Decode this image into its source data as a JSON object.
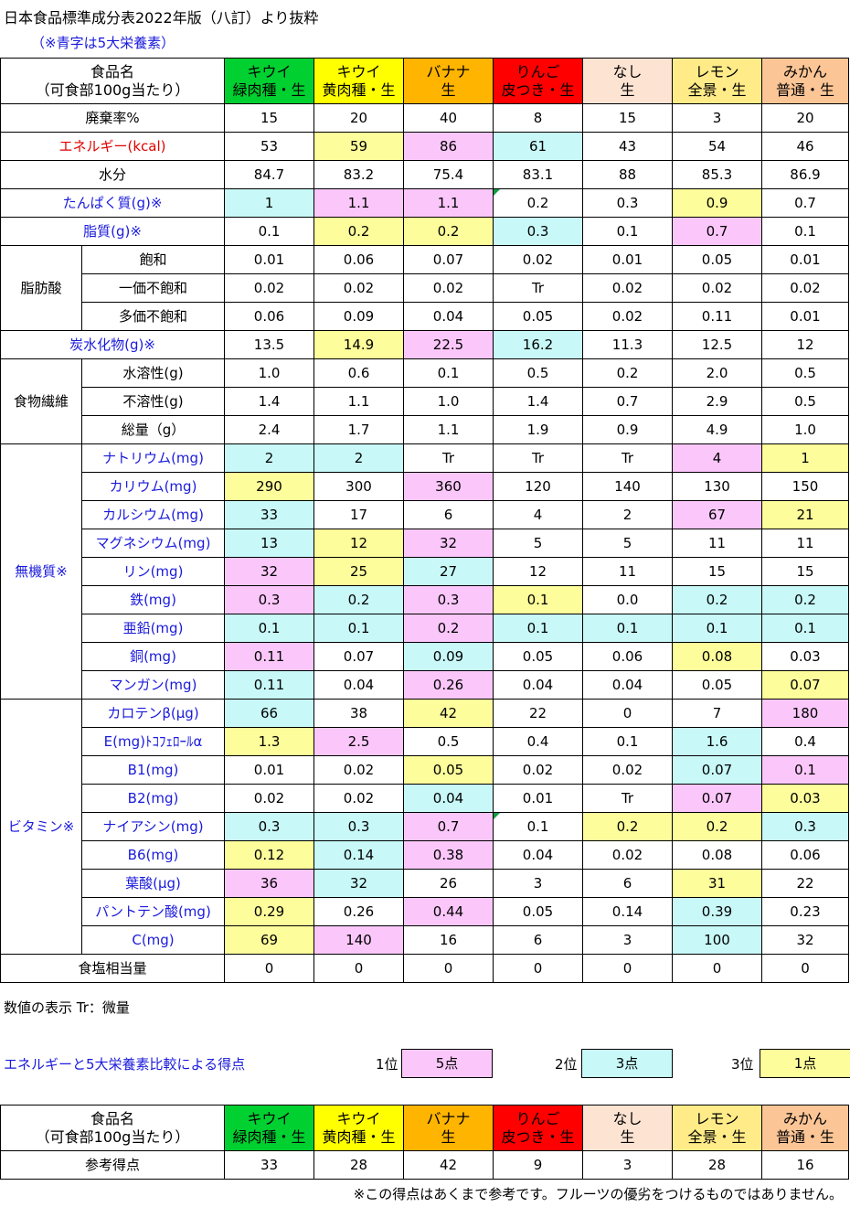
{
  "title": "日本食品標準成分表2022年版（八訂）より抜粋",
  "note": "（※青字は5大栄養素）",
  "header": {
    "col0": [
      "食品名",
      "（可食部100g当たり）"
    ],
    "fruits": [
      {
        "line1": "キウイ",
        "line2": "緑肉種・生",
        "color": "#00d030"
      },
      {
        "line1": "キウイ",
        "line2": "黄肉種・生",
        "color": "#ffff00"
      },
      {
        "line1": "バナナ",
        "line2": "生",
        "color": "#ffb400"
      },
      {
        "line1": "りんご",
        "line2": "皮つき・生",
        "color": "#ff0000"
      },
      {
        "line1": "なし",
        "line2": "生",
        "color": "#fde3d2"
      },
      {
        "line1": "レモン",
        "line2": "全景・生",
        "color": "#ffeb88"
      },
      {
        "line1": "みかん",
        "line2": "普通・生",
        "color": "#fbc596"
      }
    ]
  },
  "rows": [
    {
      "label": "廃棄率%",
      "values": [
        "15",
        "20",
        "40",
        "8",
        "15",
        "3",
        "20"
      ],
      "hl": [
        "",
        "",
        "",
        "",
        "",
        "",
        ""
      ]
    },
    {
      "label": "エネルギー(kcal)",
      "style": "red",
      "values": [
        "53",
        "59",
        "86",
        "61",
        "43",
        "54",
        "46"
      ],
      "hl": [
        "",
        "y",
        "p",
        "c",
        "",
        "",
        ""
      ]
    },
    {
      "label": "水分",
      "values": [
        "84.7",
        "83.2",
        "75.4",
        "83.1",
        "88",
        "85.3",
        "86.9"
      ],
      "hl": [
        "",
        "",
        "",
        "",
        "",
        "",
        ""
      ]
    },
    {
      "label": "たんぱく質(g)※",
      "style": "blue",
      "values": [
        "1",
        "1.1",
        "1.1",
        "0.2",
        "0.3",
        "0.9",
        "0.7"
      ],
      "hl": [
        "c",
        "p",
        "p",
        "m",
        "",
        "y",
        ""
      ]
    },
    {
      "label": "脂質(g)※",
      "style": "blue",
      "values": [
        "0.1",
        "0.2",
        "0.2",
        "0.3",
        "0.1",
        "0.7",
        "0.1"
      ],
      "hl": [
        "",
        "y",
        "y",
        "c",
        "",
        "p",
        ""
      ]
    },
    {
      "group": "脂肪酸",
      "span": 3,
      "label": "飽和",
      "values": [
        "0.01",
        "0.06",
        "0.07",
        "0.02",
        "0.01",
        "0.05",
        "0.01"
      ],
      "hl": [
        "",
        "",
        "",
        "",
        "",
        "",
        ""
      ]
    },
    {
      "label": "一価不飽和",
      "values": [
        "0.02",
        "0.02",
        "0.02",
        "Tr",
        "0.02",
        "0.02",
        "0.02"
      ],
      "hl": [
        "",
        "",
        "",
        "",
        "",
        "",
        ""
      ]
    },
    {
      "label": "多価不飽和",
      "values": [
        "0.06",
        "0.09",
        "0.04",
        "0.05",
        "0.02",
        "0.11",
        "0.01"
      ],
      "hl": [
        "",
        "",
        "",
        "",
        "",
        "",
        ""
      ]
    },
    {
      "label": "炭水化物(g)※",
      "style": "blue",
      "values": [
        "13.5",
        "14.9",
        "22.5",
        "16.2",
        "11.3",
        "12.5",
        "12"
      ],
      "hl": [
        "",
        "y",
        "p",
        "c",
        "",
        "",
        ""
      ]
    },
    {
      "group": "食物繊維",
      "span": 3,
      "label": "水溶性(g)",
      "values": [
        "1.0",
        "0.6",
        "0.1",
        "0.5",
        "0.2",
        "2.0",
        "0.5"
      ],
      "hl": [
        "",
        "",
        "",
        "",
        "",
        "",
        ""
      ]
    },
    {
      "label": "不溶性(g)",
      "values": [
        "1.4",
        "1.1",
        "1.0",
        "1.4",
        "0.7",
        "2.9",
        "0.5"
      ],
      "hl": [
        "",
        "",
        "",
        "",
        "",
        "",
        ""
      ]
    },
    {
      "label": "総量（g）",
      "values": [
        "2.4",
        "1.7",
        "1.1",
        "1.9",
        "0.9",
        "4.9",
        "1.0"
      ],
      "hl": [
        "",
        "",
        "",
        "",
        "",
        "",
        ""
      ]
    },
    {
      "group": "無機質※",
      "groupStyle": "blue",
      "span": 9,
      "label": "ナトリウム(mg)",
      "style": "blue",
      "values": [
        "2",
        "2",
        "Tr",
        "Tr",
        "Tr",
        "4",
        "1"
      ],
      "hl": [
        "c",
        "c",
        "",
        "",
        "",
        "p",
        "y"
      ]
    },
    {
      "label": "カリウム(mg)",
      "style": "blue",
      "values": [
        "290",
        "300",
        "360",
        "120",
        "140",
        "130",
        "150"
      ],
      "hl": [
        "y",
        "",
        "p",
        "",
        "",
        "",
        ""
      ]
    },
    {
      "label": "カルシウム(mg)",
      "style": "blue",
      "values": [
        "33",
        "17",
        "6",
        "4",
        "2",
        "67",
        "21"
      ],
      "hl": [
        "c",
        "",
        "",
        "",
        "",
        "p",
        "y"
      ]
    },
    {
      "label": "マグネシウム(mg)",
      "style": "blue",
      "values": [
        "13",
        "12",
        "32",
        "5",
        "5",
        "11",
        "11"
      ],
      "hl": [
        "c",
        "y",
        "p",
        "",
        "",
        "",
        ""
      ]
    },
    {
      "label": "リン(mg)",
      "style": "blue",
      "values": [
        "32",
        "25",
        "27",
        "12",
        "11",
        "15",
        "15"
      ],
      "hl": [
        "p",
        "y",
        "c",
        "",
        "",
        "",
        ""
      ]
    },
    {
      "label": "鉄(mg)",
      "style": "blue",
      "values": [
        "0.3",
        "0.2",
        "0.3",
        "0.1",
        "0.0",
        "0.2",
        "0.2"
      ],
      "hl": [
        "p",
        "c",
        "p",
        "y",
        "",
        "c",
        "c"
      ]
    },
    {
      "label": "亜鉛(mg)",
      "style": "blue",
      "values": [
        "0.1",
        "0.1",
        "0.2",
        "0.1",
        "0.1",
        "0.1",
        "0.1"
      ],
      "hl": [
        "c",
        "c",
        "p",
        "c",
        "c",
        "c",
        "c"
      ]
    },
    {
      "label": "銅(mg)",
      "style": "blue",
      "values": [
        "0.11",
        "0.07",
        "0.09",
        "0.05",
        "0.06",
        "0.08",
        "0.03"
      ],
      "hl": [
        "p",
        "",
        "c",
        "",
        "",
        "y",
        ""
      ]
    },
    {
      "label": "マンガン(mg)",
      "style": "blue",
      "values": [
        "0.11",
        "0.04",
        "0.26",
        "0.04",
        "0.04",
        "0.05",
        "0.07"
      ],
      "hl": [
        "c",
        "",
        "p",
        "",
        "",
        "",
        "y"
      ]
    },
    {
      "group": "ビタミン※",
      "groupStyle": "blue",
      "span": 9,
      "label": "カロテンβ(μg)",
      "style": "blue",
      "values": [
        "66",
        "38",
        "42",
        "22",
        "0",
        "7",
        "180"
      ],
      "hl": [
        "c",
        "",
        "y",
        "",
        "",
        "",
        "p"
      ]
    },
    {
      "label": "E(mg)ﾄｺﾌｪﾛｰﾙα",
      "style": "blue",
      "values": [
        "1.3",
        "2.5",
        "0.5",
        "0.4",
        "0.1",
        "1.6",
        "0.4"
      ],
      "hl": [
        "y",
        "p",
        "",
        "",
        "",
        "c",
        ""
      ]
    },
    {
      "label": "B1(mg)",
      "style": "blue",
      "values": [
        "0.01",
        "0.02",
        "0.05",
        "0.02",
        "0.02",
        "0.07",
        "0.1"
      ],
      "hl": [
        "",
        "",
        "y",
        "",
        "",
        "c",
        "p"
      ]
    },
    {
      "label": "B2(mg)",
      "style": "blue",
      "values": [
        "0.02",
        "0.02",
        "0.04",
        "0.01",
        "Tr",
        "0.07",
        "0.03"
      ],
      "hl": [
        "",
        "",
        "c",
        "",
        "",
        "p",
        "y"
      ]
    },
    {
      "label": "ナイアシン(mg)",
      "style": "blue",
      "values": [
        "0.3",
        "0.3",
        "0.7",
        "0.1",
        "0.2",
        "0.2",
        "0.3"
      ],
      "hl": [
        "c",
        "c",
        "p",
        "m",
        "y",
        "y",
        "c"
      ]
    },
    {
      "label": "B6(mg)",
      "style": "blue",
      "values": [
        "0.12",
        "0.14",
        "0.38",
        "0.04",
        "0.02",
        "0.08",
        "0.06"
      ],
      "hl": [
        "y",
        "c",
        "p",
        "",
        "",
        "",
        ""
      ]
    },
    {
      "label": "葉酸(μg)",
      "style": "blue",
      "values": [
        "36",
        "32",
        "26",
        "3",
        "6",
        "31",
        "22"
      ],
      "hl": [
        "p",
        "c",
        "",
        "",
        "",
        "y",
        ""
      ]
    },
    {
      "label": "パントテン酸(mg)",
      "style": "blue",
      "values": [
        "0.29",
        "0.26",
        "0.44",
        "0.05",
        "0.14",
        "0.39",
        "0.23"
      ],
      "hl": [
        "y",
        "",
        "p",
        "",
        "",
        "c",
        ""
      ]
    },
    {
      "label": "C(mg)",
      "style": "blue",
      "values": [
        "69",
        "140",
        "16",
        "6",
        "3",
        "100",
        "32"
      ],
      "hl": [
        "y",
        "p",
        "",
        "",
        "",
        "c",
        ""
      ]
    },
    {
      "label": "食塩相当量",
      "full": true,
      "values": [
        "0",
        "0",
        "0",
        "0",
        "0",
        "0",
        "0"
      ],
      "hl": [
        "",
        "",
        "",
        "",
        "",
        "",
        ""
      ]
    }
  ],
  "legend_note": "数値の表示 Tr：微量",
  "score": {
    "title": "エネルギーと5大栄養素比較による得点",
    "ranks": [
      {
        "rank": "1位",
        "points": "5点",
        "color": "#fbc7fa"
      },
      {
        "rank": "2位",
        "points": "3点",
        "color": "#c8f8f8"
      },
      {
        "rank": "3位",
        "points": "1点",
        "color": "#fdfd9b"
      }
    ],
    "row_label": "参考得点",
    "values": [
      "33",
      "28",
      "42",
      "9",
      "3",
      "28",
      "16"
    ]
  },
  "footnote": "※この得点はあくまで参考です。フルーツの優劣をつけるものではありません。"
}
